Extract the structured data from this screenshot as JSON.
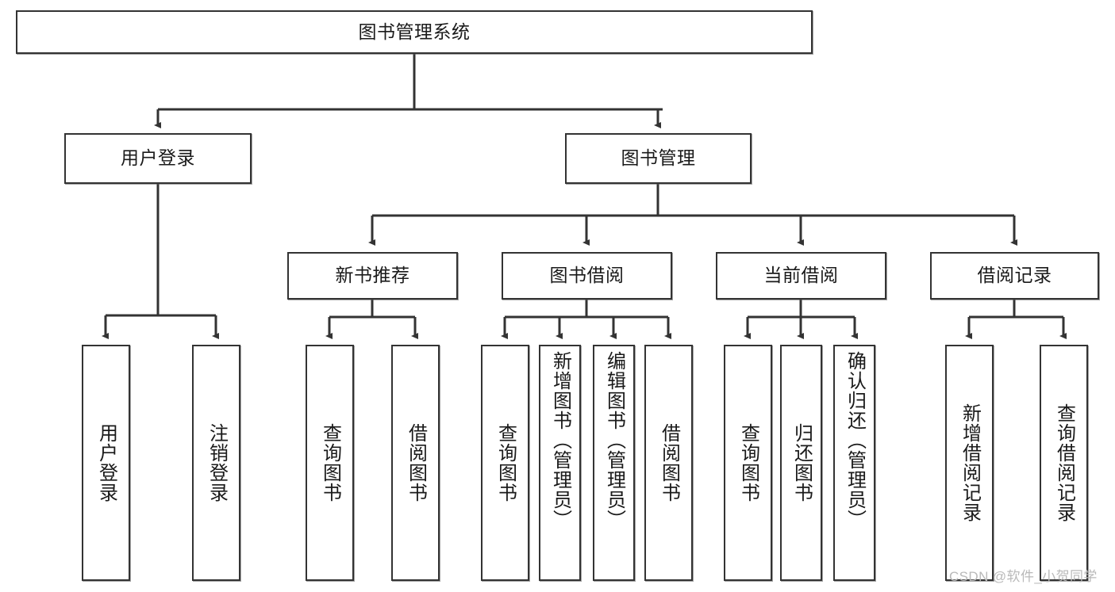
{
  "diagram": {
    "type": "hierarchy-tree",
    "title": "图书管理系统",
    "root": {
      "id": "root",
      "label": "图书管理系统"
    },
    "level2": [
      {
        "id": "user-login",
        "label": "用户登录"
      },
      {
        "id": "book-management",
        "label": "图书管理"
      }
    ],
    "level3": [
      {
        "id": "new-book-recommend",
        "label": "新书推荐",
        "parent": "book-management"
      },
      {
        "id": "book-borrow",
        "label": "图书借阅",
        "parent": "book-management"
      },
      {
        "id": "current-borrow",
        "label": "当前借阅",
        "parent": "book-management"
      },
      {
        "id": "borrow-record",
        "label": "借阅记录",
        "parent": "book-management"
      }
    ],
    "leaves": [
      {
        "id": "leaf-user-login",
        "label": "用户登录",
        "parent": "user-login"
      },
      {
        "id": "leaf-logout-login",
        "label": "注销登录",
        "parent": "user-login"
      },
      {
        "id": "leaf-query-book-1",
        "label": "查询图书",
        "parent": "new-book-recommend"
      },
      {
        "id": "leaf-borrow-book-1",
        "label": "借阅图书",
        "parent": "new-book-recommend"
      },
      {
        "id": "leaf-query-book-2",
        "label": "查询图书",
        "parent": "book-borrow"
      },
      {
        "id": "leaf-add-book",
        "label": "新增图书（管理员）",
        "parent": "book-borrow"
      },
      {
        "id": "leaf-edit-book",
        "label": "编辑图书（管理员）",
        "parent": "book-borrow"
      },
      {
        "id": "leaf-borrow-book-2",
        "label": "借阅图书",
        "parent": "book-borrow"
      },
      {
        "id": "leaf-query-book-3",
        "label": "查询图书",
        "parent": "current-borrow"
      },
      {
        "id": "leaf-return-book",
        "label": "归还图书",
        "parent": "current-borrow"
      },
      {
        "id": "leaf-confirm-return",
        "label": "确认归还（管理员）",
        "parent": "current-borrow"
      },
      {
        "id": "leaf-add-record",
        "label": "新增借阅记录",
        "parent": "borrow-record"
      },
      {
        "id": "leaf-query-record",
        "label": "查询借阅记录",
        "parent": "borrow-record"
      }
    ],
    "colors": {
      "line": "#333333",
      "box_border": "#333333",
      "box_fill": "#ffffff",
      "text": "#1a1a1a",
      "watermark": "#b9b9b9"
    }
  },
  "watermark": {
    "text": "CSDN @软件_小贺同学"
  }
}
